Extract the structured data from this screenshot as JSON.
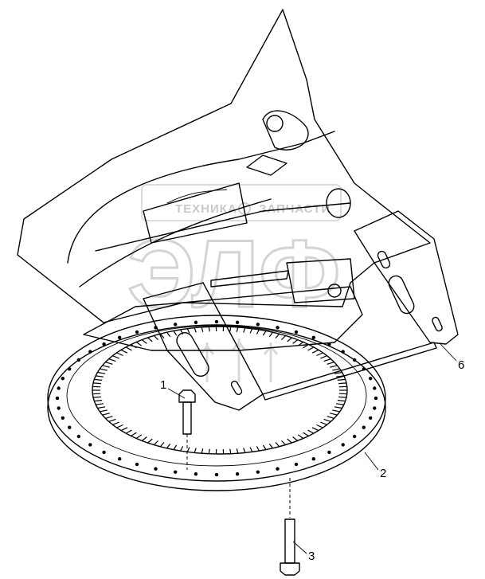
{
  "watermark": {
    "brand_left": "ТЕХНИКА",
    "brand_right": "ЗАПЧАСТИ",
    "logo_letters": "ЭЛФ"
  },
  "callouts": [
    {
      "id": "1",
      "label": "1"
    },
    {
      "id": "2",
      "label": "2"
    },
    {
      "id": "3",
      "label": "3"
    },
    {
      "id": "6",
      "label": "6"
    }
  ]
}
